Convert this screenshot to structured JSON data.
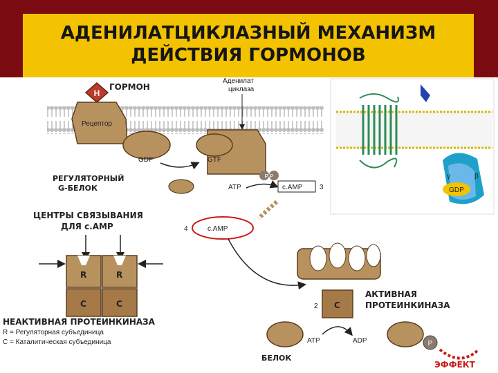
{
  "title": {
    "line1": "АДЕНИЛАТЦИКЛАЗНЫЙ МЕХАНИЗМ",
    "line2": "ДЕЙСТВИЯ ГОРМОНОВ"
  },
  "diagram": {
    "hormone_label": "ГОРМОН",
    "hormone_symbol": "H",
    "receptor_label": "Рецептор",
    "adenylate_cyclase_label": [
      "Аденилат",
      "циклаза"
    ],
    "gdf_label": "GDF",
    "gtf_label": "GTF",
    "g_protein_label": [
      "РЕГУЛЯТОРНЫЙ",
      "G-БЕЛОК"
    ],
    "atp_label": "ATP",
    "camp_label": "c.AMP",
    "pp_label": "P P",
    "step_3": "3",
    "binding_centers_label": [
      "ЦЕНТРЫ СВЯЗЫВАНИЯ",
      "ДЛЯ c.AMP"
    ],
    "step_4": "4",
    "camp_circle_label": "c.AMP",
    "r_label": "R",
    "c_label": "C",
    "inactive_kinase_label": "НЕАКТИВНАЯ ПРОТЕИНКИНАЗА",
    "legend_r": "R = Регуляторная субъединица",
    "legend_c": "C = Каталитическая субъединица",
    "step_2": "2",
    "active_kinase_label": [
      "АКТИВНАЯ",
      "ПРОТЕИНКИНАЗА"
    ],
    "atp_label_2": "ATP",
    "adp_label": "ADP",
    "protein_label": "БЕЛОК",
    "p_label": "P",
    "effect_label": "ЭФФЕКТ",
    "inset_gdp_label": "GDP",
    "inset_beta_label": "β",
    "inset_gamma_label": "γ"
  },
  "colors": {
    "background": "#7a0b10",
    "title_bg": "#f3c200",
    "protein_brown": "#b8925e",
    "membrane_gray": "#bdbdbd",
    "helix_green": "#2e8b57",
    "arrow_red": "#cc1b1b"
  }
}
